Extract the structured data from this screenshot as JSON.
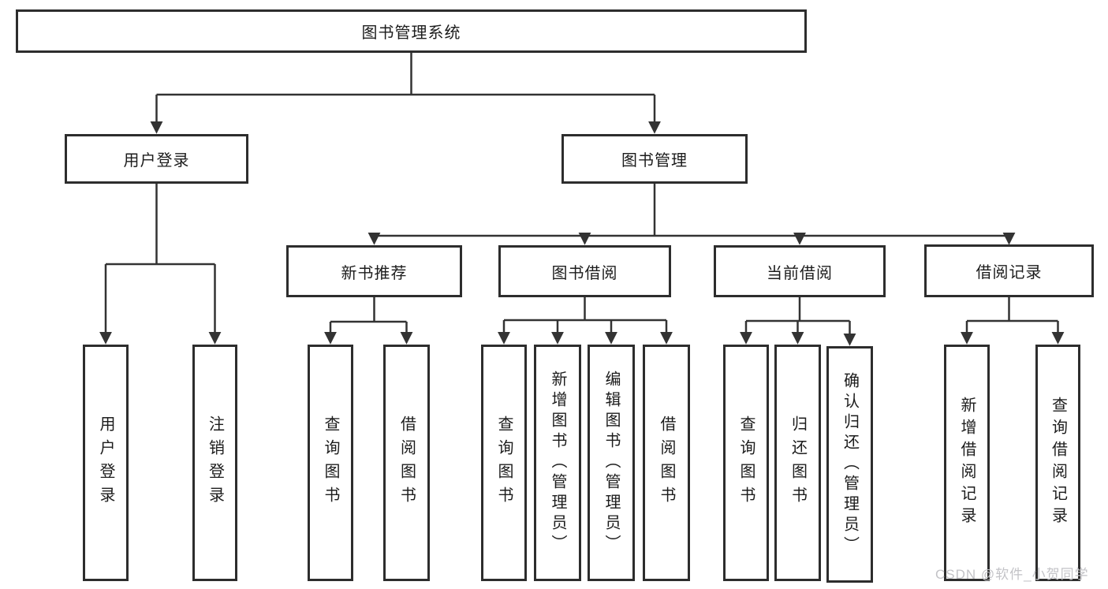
{
  "diagram": {
    "title_note": "functional structure chart",
    "root": {
      "label": "图书管理系统"
    },
    "level2": [
      {
        "label": "用户登录"
      },
      {
        "label": "图书管理"
      }
    ],
    "level3": [
      {
        "label": "新书推荐"
      },
      {
        "label": "图书借阅"
      },
      {
        "label": "当前借阅"
      },
      {
        "label": "借阅记录"
      }
    ],
    "leaves": [
      {
        "label": "用户登录",
        "parent": "用户登录"
      },
      {
        "label": "注销登录",
        "parent": "用户登录"
      },
      {
        "label": "查询图书",
        "parent": "新书推荐"
      },
      {
        "label": "借阅图书",
        "parent": "新书推荐"
      },
      {
        "label": "查询图书",
        "parent": "图书借阅"
      },
      {
        "label": "新增图书（管理员）",
        "parent": "图书借阅"
      },
      {
        "label": "编辑图书（管理员）",
        "parent": "图书借阅"
      },
      {
        "label": "借阅图书",
        "parent": "图书借阅"
      },
      {
        "label": "查询图书",
        "parent": "当前借阅"
      },
      {
        "label": "归还图书",
        "parent": "当前借阅"
      },
      {
        "label": "确认归还（管理员）",
        "parent": "当前借阅"
      },
      {
        "label": "新增借阅记录",
        "parent": "借阅记录"
      },
      {
        "label": "查询借阅记录",
        "parent": "借阅记录"
      }
    ],
    "watermark": "CSDN @软件_小贺同学",
    "colors": {
      "line": "#333333",
      "box_border": "#2d2d2d",
      "text": "#1c1c1c",
      "watermark": "#c3c3c7",
      "background": "#ffffff"
    }
  }
}
